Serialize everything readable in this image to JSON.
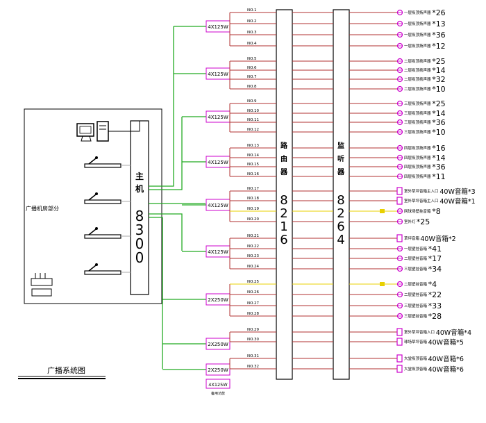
{
  "diagram": {
    "title": "广播系统图",
    "room_label": "广播机房部分",
    "host": {
      "label_chars": [
        "主",
        "机"
      ],
      "model_chars": [
        "8",
        "3",
        "0",
        "0"
      ]
    },
    "router": {
      "label_chars": [
        "路",
        "由",
        "器"
      ],
      "model_chars": [
        "8",
        "2",
        "1",
        "6"
      ]
    },
    "monitor": {
      "label_chars": [
        "监",
        "听",
        "器"
      ],
      "model_chars": [
        "8",
        "2",
        "6",
        "4"
      ]
    },
    "amplifiers": [
      "4X125W",
      "4X125W",
      "4X125W",
      "4X125W",
      "4X125W",
      "4X125W",
      "2X250W",
      "2X250W",
      "2X250W"
    ],
    "spare_amplifier": {
      "label": "4X125W",
      "note": "备用功放"
    },
    "channels": [
      "NO.1",
      "NO.2",
      "NO.3",
      "NO.4",
      "NO.5",
      "NO.6",
      "NO.7",
      "NO.8",
      "NO.9",
      "NO.10",
      "NO.11",
      "NO.12",
      "NO.13",
      "NO.14",
      "NO.15",
      "NO.16",
      "NO.17",
      "NO.18",
      "NO.19",
      "NO.20",
      "NO.21",
      "NO.22",
      "NO.23",
      "NO.24",
      "NO.25",
      "NO.26",
      "NO.27",
      "NO.28",
      "NO.29",
      "NO.30",
      "NO.31",
      "NO.32"
    ],
    "outputs": [
      {
        "name": "一层吸顶扬声器",
        "count": "*26",
        "kind": "speaker"
      },
      {
        "name": "一层吸顶扬声器",
        "count": "*13",
        "kind": "speaker"
      },
      {
        "name": "一层吸顶扬声器",
        "count": "*36",
        "kind": "speaker"
      },
      {
        "name": "一层吸顶扬声器",
        "count": "*12",
        "kind": "speaker"
      },
      {
        "name": "二层吸顶扬声器",
        "count": "*25",
        "kind": "speaker"
      },
      {
        "name": "二层吸顶扬声器",
        "count": "*14",
        "kind": "speaker"
      },
      {
        "name": "二层吸顶扬声器",
        "count": "*32",
        "kind": "speaker"
      },
      {
        "name": "二层吸顶扬声器",
        "count": "*10",
        "kind": "speaker"
      },
      {
        "name": "三层吸顶扬声器",
        "count": "*25",
        "kind": "speaker"
      },
      {
        "name": "三层吸顶扬声器",
        "count": "*14",
        "kind": "speaker"
      },
      {
        "name": "三层吸顶扬声器",
        "count": "*36",
        "kind": "speaker"
      },
      {
        "name": "三层吸顶扬声器",
        "count": "*10",
        "kind": "speaker"
      },
      {
        "name": "四层吸顶扬声器",
        "count": "*16",
        "kind": "speaker"
      },
      {
        "name": "四层吸顶扬声器",
        "count": "*14",
        "kind": "speaker"
      },
      {
        "name": "四层吸顶扬声器",
        "count": "*36",
        "kind": "speaker"
      },
      {
        "name": "四层吸顶扬声器",
        "count": "*11",
        "kind": "speaker"
      },
      {
        "name": "室外草坪音箱主入口",
        "count": "40W音箱*3",
        "kind": "box"
      },
      {
        "name": "室外草坪音箱主入口",
        "count": "40W音箱*1",
        "kind": "box"
      },
      {
        "name": "网球场壁挂音箱",
        "count": "*8",
        "kind": "speaker",
        "yellow": true
      },
      {
        "name": "室外灯",
        "count": "*25",
        "kind": "speaker"
      },
      {
        "name": "草坪音箱",
        "count": "40W音箱*2",
        "kind": "box"
      },
      {
        "name": "一层壁挂音箱",
        "count": "*41",
        "kind": "speaker"
      },
      {
        "name": "二层壁挂音箱",
        "count": "*17",
        "kind": "speaker"
      },
      {
        "name": "三层壁挂音箱",
        "count": "*34",
        "kind": "speaker"
      },
      {
        "name": "二层壁挂音箱",
        "count": "*4",
        "kind": "speaker",
        "yellow": true
      },
      {
        "name": "二层壁挂音箱",
        "count": "*22",
        "kind": "speaker"
      },
      {
        "name": "三层壁挂音箱",
        "count": "*33",
        "kind": "speaker"
      },
      {
        "name": "三层壁挂音箱",
        "count": "*28",
        "kind": "speaker"
      },
      {
        "name": "室外草坪音箱入口",
        "count": "40W音箱*4",
        "kind": "box"
      },
      {
        "name": "球场草坪音箱",
        "count": "40W音箱*5",
        "kind": "box"
      },
      {
        "name": "大堂吸顶音箱",
        "count": "40W音箱*6",
        "kind": "box"
      },
      {
        "name": "大堂吸顶音箱",
        "count": "40W音箱*6",
        "kind": "box"
      }
    ],
    "colors": {
      "green": "#22aa22",
      "magenta": "#cc00cc",
      "line": "#b03030",
      "yellow": "#e8d000",
      "black": "#000000"
    }
  }
}
